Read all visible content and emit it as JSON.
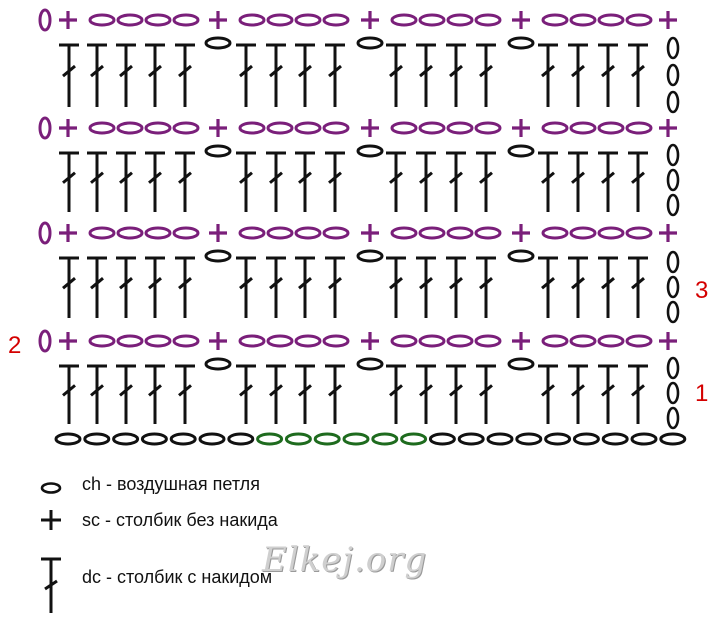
{
  "diagram": {
    "colors": {
      "stitch": "#111111",
      "purple": "#7a1f7a",
      "green": "#1e6b1e",
      "row_number": "#d40000",
      "watermark": "#c8c8c8"
    },
    "row_numbers": {
      "one": "1",
      "two": "2",
      "three": "3"
    }
  },
  "legend": {
    "ch": {
      "symbol": "oval",
      "label": "ch - воздушная петля"
    },
    "sc": {
      "symbol": "plus",
      "label": "sc - столбик без накида"
    },
    "dc": {
      "symbol": "dc-stitch",
      "label": "dc - столбик с накидом"
    }
  },
  "watermark": {
    "text": "Elkej.org"
  }
}
